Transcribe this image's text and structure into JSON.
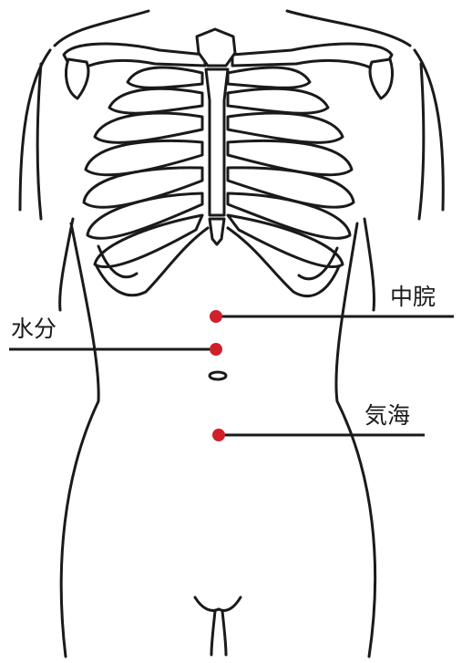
{
  "points": [
    {
      "label": "中脘"
    },
    {
      "label": "水分"
    },
    {
      "label": "気海"
    }
  ],
  "colors": {
    "point": "#d0202a",
    "line": "#1a1a1a",
    "background": "#ffffff"
  }
}
